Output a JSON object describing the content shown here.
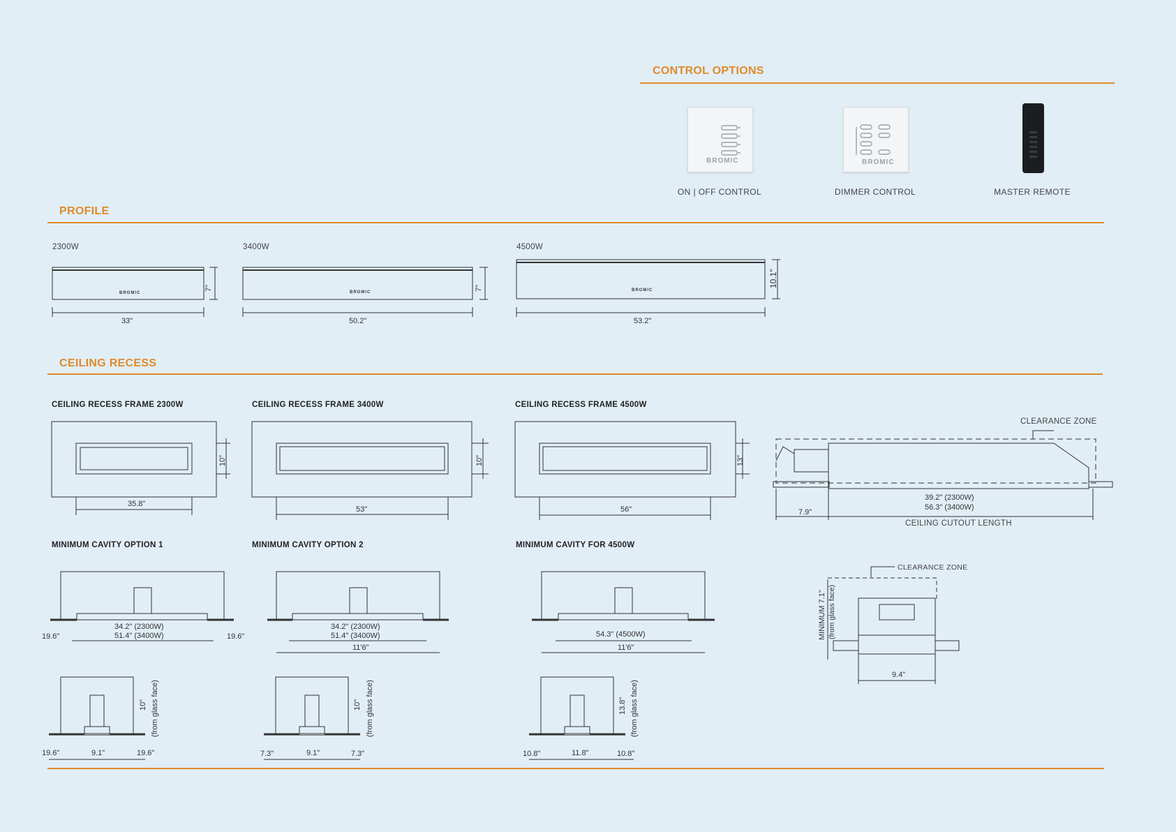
{
  "control_options": {
    "title": "CONTROL OPTIONS",
    "items": [
      {
        "label": "ON | OFF CONTROL",
        "brand": "BROMIC"
      },
      {
        "label": "DIMMER CONTROL",
        "brand": "BROMIC"
      },
      {
        "label": "MASTER REMOTE"
      }
    ]
  },
  "profile": {
    "title": "PROFILE",
    "models": [
      {
        "name": "2300W",
        "width": "33\"",
        "height": "7\""
      },
      {
        "name": "3400W",
        "width": "50.2\"",
        "height": "7\""
      },
      {
        "name": "4500W",
        "width": "53.2\"",
        "height": "10.1\""
      }
    ],
    "brand": "BROMIC"
  },
  "ceiling_recess": {
    "title": "CEILING RECESS",
    "frames": [
      {
        "title": "CEILING RECESS FRAME 2300W",
        "width": "35.8\"",
        "height": "10\""
      },
      {
        "title": "CEILING RECESS FRAME 3400W",
        "width": "53\"",
        "height": "10\""
      },
      {
        "title": "CEILING RECESS FRAME 4500W",
        "width": "56\"",
        "height": "13\""
      }
    ],
    "side_view": {
      "clearance": "CLEARANCE ZONE",
      "offset": "7.9\"",
      "length_a": "39.2\" (2300W)",
      "length_b": "56.3\" (3400W)",
      "caption": "CEILING CUTOUT LENGTH"
    },
    "cavities": [
      {
        "title": "MINIMUM CAVITY OPTION 1",
        "line_a": "34.2\" (2300W)",
        "line_b": "51.4\" (3400W)",
        "left": "19.6\"",
        "right": "19.6\"",
        "end_left": "19.6\"",
        "end_mid": "9.1\"",
        "end_right": "19.6\"",
        "end_height": "10\"",
        "end_note": "(from glass face)"
      },
      {
        "title": "MINIMUM CAVITY OPTION 2",
        "line_a": "34.2\" (2300W)",
        "line_b": "51.4\" (3400W)",
        "total": "11'6\"",
        "end_left": "7.3\"",
        "end_mid": "9.1\"",
        "end_right": "7.3\"",
        "end_height": "10\"",
        "end_note": "(from glass face)"
      },
      {
        "title": "MINIMUM CAVITY FOR 4500W",
        "line_a": "54.3\" (4500W)",
        "total": "11'6\"",
        "end_left": "10.8\"",
        "end_mid": "11.8\"",
        "end_right": "10.8\"",
        "end_height": "13.8\"",
        "end_note": "(from glass face)"
      }
    ],
    "end_view": {
      "clearance": "CLEARANCE ZONE",
      "minimum": "MINIMUM  7.1\"",
      "note": "(from glass face)",
      "width": "9.4\""
    }
  }
}
